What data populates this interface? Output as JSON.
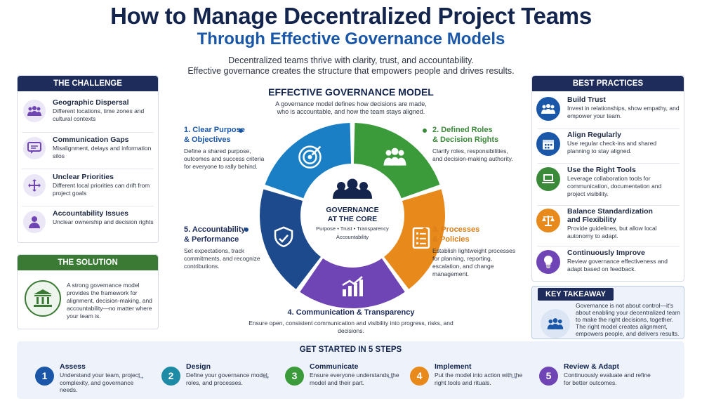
{
  "header": {
    "title": "How to Manage Decentralized Project Teams",
    "subtitle": "Through Effective Governance Models",
    "intro_line1": "Decentralized teams thrive with clarity, trust, and accountability.",
    "intro_line2": "Effective governance creates the structure that empowers people and drives results."
  },
  "challenge": {
    "heading": "THE CHALLENGE",
    "items": [
      {
        "title": "Geographic Dispersal",
        "desc": "Different locations, time zones and cultural contexts",
        "icon": "team-group-icon"
      },
      {
        "title": "Communication Gaps",
        "desc": "Misalignment, delays and information silos",
        "icon": "chat-bubble-icon"
      },
      {
        "title": "Unclear Priorities",
        "desc": "Different local priorities can drift from project goals",
        "icon": "four-way-arrows-icon"
      },
      {
        "title": "Accountability Issues",
        "desc": "Unclear ownership and decision rights",
        "icon": "person-icon"
      }
    ]
  },
  "solution": {
    "heading": "THE SOLUTION",
    "text": "A strong governance model provides the framework for alignment, decision-making, and accountability—no matter where your team is.",
    "icon": "institution-columns-icon"
  },
  "model": {
    "heading": "EFFECTIVE GOVERNANCE MODEL",
    "desc_line1": "A governance model defines how decisions are made,",
    "desc_line2": "who is accountable, and how the team stays aligned.",
    "core_title_line1": "GOVERNANCE",
    "core_title_line2": "AT THE CORE",
    "core_sub_line1": "Purpose • Trust • Transparency",
    "core_sub_line2": "Accountability",
    "segments": [
      {
        "title_line1": "1. Clear Purpose",
        "title_line2": "& Objectives",
        "desc": "Define a shared purpose, outcomes and success criteria for everyone to rally behind.",
        "color": "#1a57a8",
        "icon": "target-icon"
      },
      {
        "title_line1": "2. Defined Roles",
        "title_line2": "& Decision Rights",
        "desc": "Clarify roles, responsibilities, and decision-making authority.",
        "color": "#3b8a3a",
        "icon": "team-icon"
      },
      {
        "title_line1": "3. Processes",
        "title_line2": "& Policies",
        "desc": "Establish lightweight processes for planning, reporting, escalation, and change management.",
        "color": "#e8891c",
        "icon": "checklist-icon"
      },
      {
        "title_line1": "4. Communication & Transparency",
        "title_line2": "",
        "desc": "Ensure open, consistent communication and visibility into progress, risks, and decisions.",
        "color": "#6f45b5",
        "icon": "bar-chart-icon"
      },
      {
        "title_line1": "5. Accountability",
        "title_line2": "& Performance",
        "desc": "Set expectations, track commitments, and recognize contributions.",
        "color": "#1d4a8c",
        "icon": "shield-check-icon"
      }
    ],
    "wheel_colors": [
      "#1a7fc4",
      "#3b9a3a",
      "#e8891c",
      "#6f45b5",
      "#1d4a8c"
    ]
  },
  "best_practices": {
    "heading": "BEST PRACTICES",
    "items": [
      {
        "title_line1": "Build Trust",
        "title_line2": "",
        "desc": "Invest in relationships, show empathy, and empower your team.",
        "color": "#1a57a8",
        "icon": "people-circle-icon"
      },
      {
        "title_line1": "Align Regularly",
        "title_line2": "",
        "desc": "Use regular check-ins and shared planning to stay aligned.",
        "color": "#1a57a8",
        "icon": "calendar-icon"
      },
      {
        "title_line1": "Use the Right Tools",
        "title_line2": "",
        "desc": "Leverage collaboration tools for communication, documentation and project visibility.",
        "color": "#3b8a3a",
        "icon": "laptop-icon"
      },
      {
        "title_line1": "Balance Standardization",
        "title_line2": "and Flexibility",
        "desc": "Provide guidelines, but allow local autonomy to adapt.",
        "color": "#e8891c",
        "icon": "balance-scale-icon"
      },
      {
        "title_line1": "Continuously Improve",
        "title_line2": "",
        "desc": "Review governance effectiveness and adapt based on feedback.",
        "color": "#6f45b5",
        "icon": "lightbulb-icon"
      }
    ]
  },
  "takeaway": {
    "heading": "KEY TAKEAWAY",
    "text1": "Governance is not about control—it's about enabling your decentralized team to make the right decisions, together.",
    "text2": "The right model creates alignment, empowers people, and delivers results.",
    "icon": "team-group-icon"
  },
  "steps": {
    "heading": "GET STARTED IN 5 STEPS",
    "items": [
      {
        "num": "1",
        "title": "Assess",
        "desc": "Understand your team, project complexity, and governance needs.",
        "color": "#1a57a8"
      },
      {
        "num": "2",
        "title": "Design",
        "desc": "Define your governance model, roles, and processes.",
        "color": "#1d8aa6"
      },
      {
        "num": "3",
        "title": "Communicate",
        "desc": "Ensure everyone understands the model and their part.",
        "color": "#3b9a3a"
      },
      {
        "num": "4",
        "title": "Implement",
        "desc": "Put the model into action with the right tools and rituals.",
        "color": "#e8891c"
      },
      {
        "num": "5",
        "title": "Review & Adapt",
        "desc": "Continuously evaluate and refine for better outcomes.",
        "color": "#6f45b5"
      }
    ],
    "arrow": "→"
  }
}
